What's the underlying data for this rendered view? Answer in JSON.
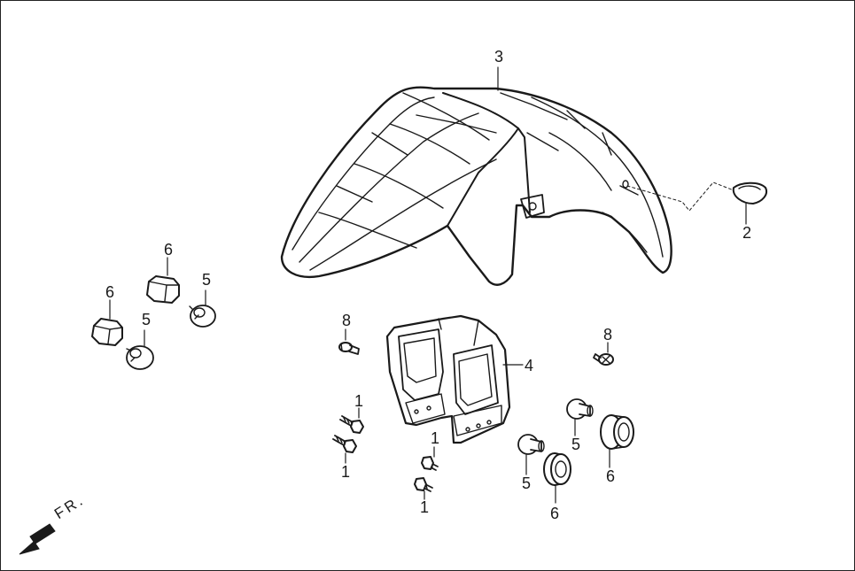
{
  "callouts": {
    "c3": "3",
    "c2": "2",
    "c4": "4",
    "c6a": "6",
    "c6b": "6",
    "c5a": "5",
    "c5b": "5",
    "c8a": "8",
    "c8b": "8",
    "c1a": "1",
    "c1b": "1",
    "c1c": "1",
    "c1d": "1",
    "c5c": "5",
    "c5d": "5",
    "c6c": "6",
    "c6d": "6"
  },
  "direction": {
    "label": "FR.",
    "arrow_icon": "front-direction-arrow-icon"
  },
  "colors": {
    "line": "#1a1a1a",
    "fill": "#ffffff",
    "shade": "#d9d9d9"
  }
}
